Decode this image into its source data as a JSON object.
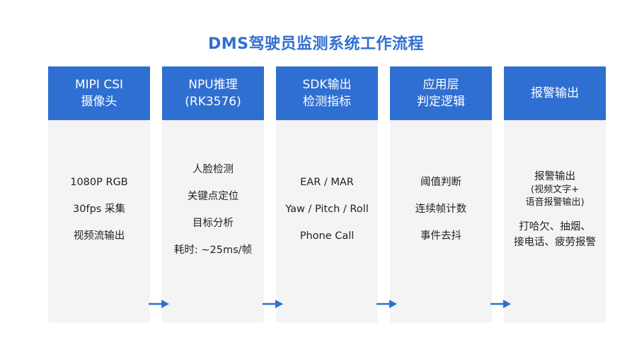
{
  "title": "DMS驾驶员监测系统工作流程",
  "accent_color": "#2f6fd1",
  "stages": [
    {
      "head": [
        "MIPI CSI",
        "摄像头"
      ],
      "items": [
        "1080P RGB",
        "30fps 采集",
        "视频流输出"
      ]
    },
    {
      "head": [
        "NPU推理",
        "(RK3576)"
      ],
      "items": [
        "人脸检测",
        "关键点定位",
        "目标分析",
        "耗时: ~25ms/帧"
      ]
    },
    {
      "head": [
        "SDK输出",
        "检测指标"
      ],
      "items": [
        "EAR / MAR",
        "Yaw / Pitch / Roll",
        "Phone Call"
      ]
    },
    {
      "head": [
        "应用层",
        "判定逻辑"
      ],
      "items": [
        "阈值判断",
        "连续帧计数",
        "事件去抖"
      ]
    },
    {
      "head": [
        "报警输出"
      ],
      "items": [
        "报警输出",
        "(视频文字+",
        "语音报警输出)",
        "打哈欠、抽烟、",
        "接电话、疲劳报警"
      ]
    }
  ],
  "arrow_icon": "arrow-right-icon"
}
